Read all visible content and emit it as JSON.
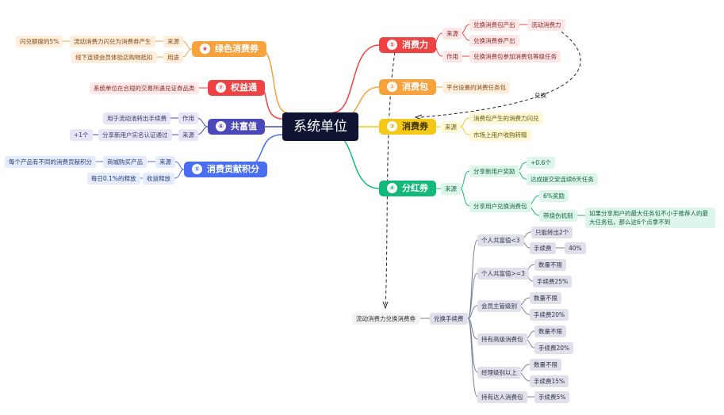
{
  "central": "系统单位",
  "branches": {
    "b1": {
      "label": "消费力",
      "num": "①",
      "color": "#ef4242"
    },
    "b2": {
      "label": "消费包",
      "num": "②",
      "color": "#f6a23d"
    },
    "b3": {
      "label": "消费券",
      "num": "③",
      "color": "#f2c919"
    },
    "b4": {
      "label": "分红券",
      "num": "④",
      "color": "#14b97a"
    },
    "b5": {
      "label": "消费贡献积分",
      "num": "⑤",
      "color": "#4a6ef0"
    },
    "b6": {
      "label": "共富值",
      "num": "⑥",
      "color": "#4b49b8"
    },
    "b7": {
      "label": "权益通",
      "num": "⑦",
      "color": "#ef4242"
    },
    "b8": {
      "label": "绿色消费券",
      "num": "★",
      "color": "#f6a23d"
    }
  },
  "nodes": {
    "b1_source": "来源",
    "b1_s1": "兑换消费包产出",
    "b1_s1a": "流动消费力",
    "b1_s2": "兑换消费券产出",
    "b1_use": "作用",
    "b1_u1": "兑换消费包参加消费包等级任务",
    "b2_c1": "平台设置的消费任务包",
    "b3_source": "来源",
    "b3_s1": "消费包产生的消费力闪兑",
    "b3_s2": "市场上用户收购转赠",
    "exchange_label": "兑换",
    "b4_source": "来源",
    "b4_a": "分享新用户奖励",
    "b4_a1": "+0.6个",
    "b4_a2": "达成提交安连续6天任务",
    "b4_b": "分享用户兑换消费包",
    "b4_b1": "6%奖励",
    "b4_b2": "带烧伤机制",
    "b4_b2a": "如果分享用户的最大任务包不小于推荐人的最大任务包，那么这6个点拿不到",
    "fee_root": "流动消费力兑换消费券",
    "fee_label": "兑换手续费",
    "tiers": [
      {
        "name": "个人共富值<3",
        "items": [
          "只能转出2个",
          "手续费"
        ],
        "extra": "40%"
      },
      {
        "name": "个人共富值>=3",
        "items": [
          "数量不限",
          "手续费25%"
        ]
      },
      {
        "name": "会员主管级别",
        "items": [
          "数量不限",
          "手续费20%"
        ]
      },
      {
        "name": "持有高级消费包",
        "items": [
          "数量不限",
          "手续费20%"
        ]
      },
      {
        "name": "经理级别以上",
        "items": [
          "数量不限",
          "手续费15%"
        ]
      },
      {
        "name": "持有达人消费包",
        "items": [
          "手续费5%"
        ]
      }
    ],
    "b5_source": "来源",
    "b5_s1": "商城购买产品",
    "b5_s1a": "每个产品有不同的消费贡献积分",
    "b5_release": "收益释放",
    "b5_r1": "每日0.1%的释放",
    "b6_use": "作用",
    "b6_u1": "用于流动池转出手续费",
    "b6_source": "来源",
    "b6_s1": "分享新用户实名认证通过",
    "b6_s1a": "+1个",
    "b7_c1": "系统单位在合规的交易所遇兑证券品类",
    "b8_source": "来源",
    "b8_s1": "流动消费力闪兑为消费券产生",
    "b8_s1a": "闪兑额度的5%",
    "b8_use": "用途",
    "b8_u1": "线下连锁会员体验店购物抵扣"
  }
}
